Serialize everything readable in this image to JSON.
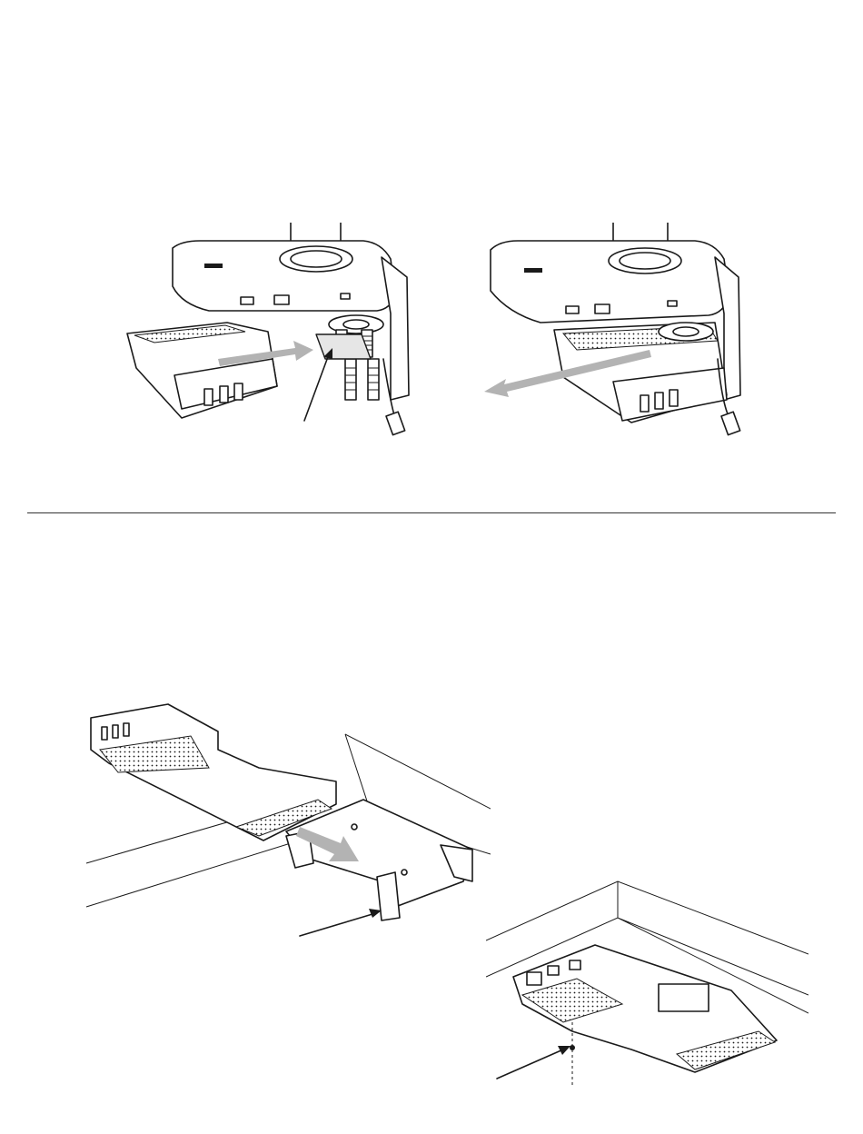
{
  "figures": [
    {
      "id": "clamp-mount-insert",
      "arrow": "slide-in"
    },
    {
      "id": "clamp-mount-installed",
      "arrow": "slide-out"
    },
    {
      "id": "desk-bracket-slide",
      "arrow": "slide-in"
    },
    {
      "id": "desk-bracket-screw",
      "arrow": "pointer"
    }
  ],
  "colors": {
    "line": "#1a1a1a",
    "arrow": "#b3b3b3",
    "divider": "#333333",
    "background": "#ffffff"
  }
}
